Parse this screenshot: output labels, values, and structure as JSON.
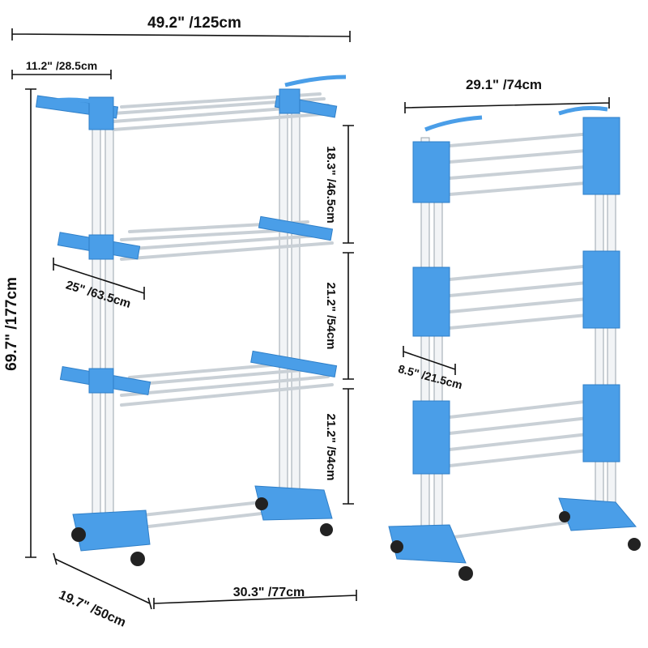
{
  "colors": {
    "frame_accent": "#4a9ee8",
    "pole": "#f2f4f6",
    "dimension_line": "#111111"
  },
  "left_view": {
    "total_width": "49.2\" /125cm",
    "wing_width": "11.2\" /28.5cm",
    "total_height": "69.7\" /177cm",
    "top_tier_gap": "18.3\" /46.5cm",
    "middle_tier_gap": "21.2\" /54cm",
    "bottom_tier_gap": "21.2\" /54cm",
    "shelf_depth": "25\" /63.5cm",
    "base_depth": "19.7\" /50cm",
    "base_width": "30.3\" /77cm"
  },
  "right_view": {
    "folded_width": "29.1\" /74cm",
    "folded_depth": "8.5\" /21.5cm"
  }
}
